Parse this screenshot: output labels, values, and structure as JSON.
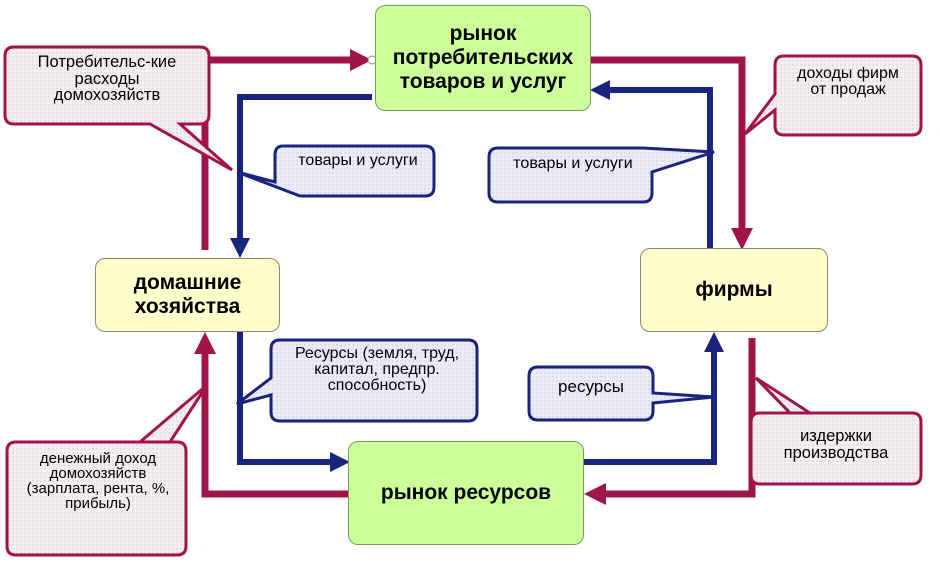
{
  "nodes": {
    "consumer_market": "рынок потребительских товаров и услуг",
    "households": "домашние хозяйства",
    "firms": "фирмы",
    "resource_market": "рынок ресурсов"
  },
  "callouts": {
    "consumer_spending": "Потребительс-кие расходы домохозяйств",
    "firm_revenue": "доходы фирм от продаж",
    "goods_left": "товары и услуги",
    "goods_right": "товары и услуги",
    "resources_left": "Ресурсы (земля, труд, капитал, предпр. способность)",
    "resources_right": "ресурсы",
    "household_income": "денежный доход домохозяйств (зарплата, рента, %, прибыль)",
    "production_costs": "издержки производства"
  },
  "colors": {
    "money_flow": "#a0144a",
    "goods_flow": "#1a237e",
    "green_box": "#ccff99",
    "yellow_box": "#ffffcc",
    "callout_fill": "#e6e6f5"
  }
}
